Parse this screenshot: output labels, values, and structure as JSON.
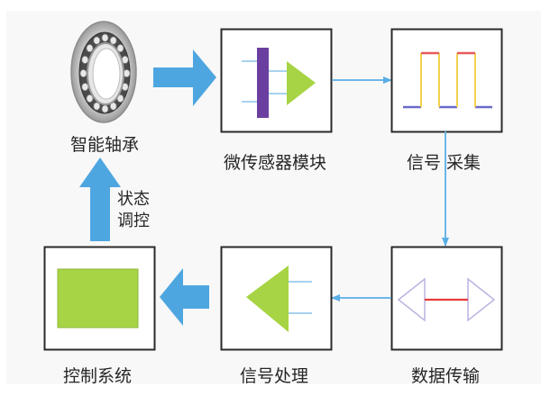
{
  "title": "智能轴承系统流程图",
  "colors": {
    "panel_bg": "#f8f8f8",
    "big_arrow": "#4ea6e0",
    "thin_arrow": "#5aaee6",
    "box_border": "#2a2a2a",
    "green": "#a6d444",
    "purple": "#6b3fa0",
    "signal_high": "#e85a5a",
    "signal_low": "#6a6ac8",
    "signal_edge": "#f2cc3a",
    "transfer_line": "#e83c3c",
    "transfer_arrow": "#b8b4e0"
  },
  "nodes": {
    "bearing": {
      "label": "智能轴承",
      "icon": "ball-bearing-icon"
    },
    "sensor": {
      "label": "微传感器模块",
      "icon": "sensor-amplifier-icon"
    },
    "acquisition": {
      "label": "信号 采集",
      "icon": "square-wave-icon"
    },
    "transmission": {
      "label": "数据传输",
      "icon": "double-arrow-icon"
    },
    "processing": {
      "label": "信号处理",
      "icon": "amplifier-left-icon"
    },
    "control": {
      "label": "控制系统",
      "icon": "control-panel-icon"
    }
  },
  "edges": [
    {
      "from": "bearing",
      "to": "sensor",
      "style": "thick"
    },
    {
      "from": "sensor",
      "to": "acquisition",
      "style": "thin"
    },
    {
      "from": "acquisition",
      "to": "transmission",
      "style": "thin"
    },
    {
      "from": "transmission",
      "to": "processing",
      "style": "thin"
    },
    {
      "from": "processing",
      "to": "control",
      "style": "thick"
    },
    {
      "from": "control",
      "to": "bearing",
      "style": "thick",
      "label": "状态\n调控"
    }
  ],
  "feedback_label": "状态\n调控"
}
